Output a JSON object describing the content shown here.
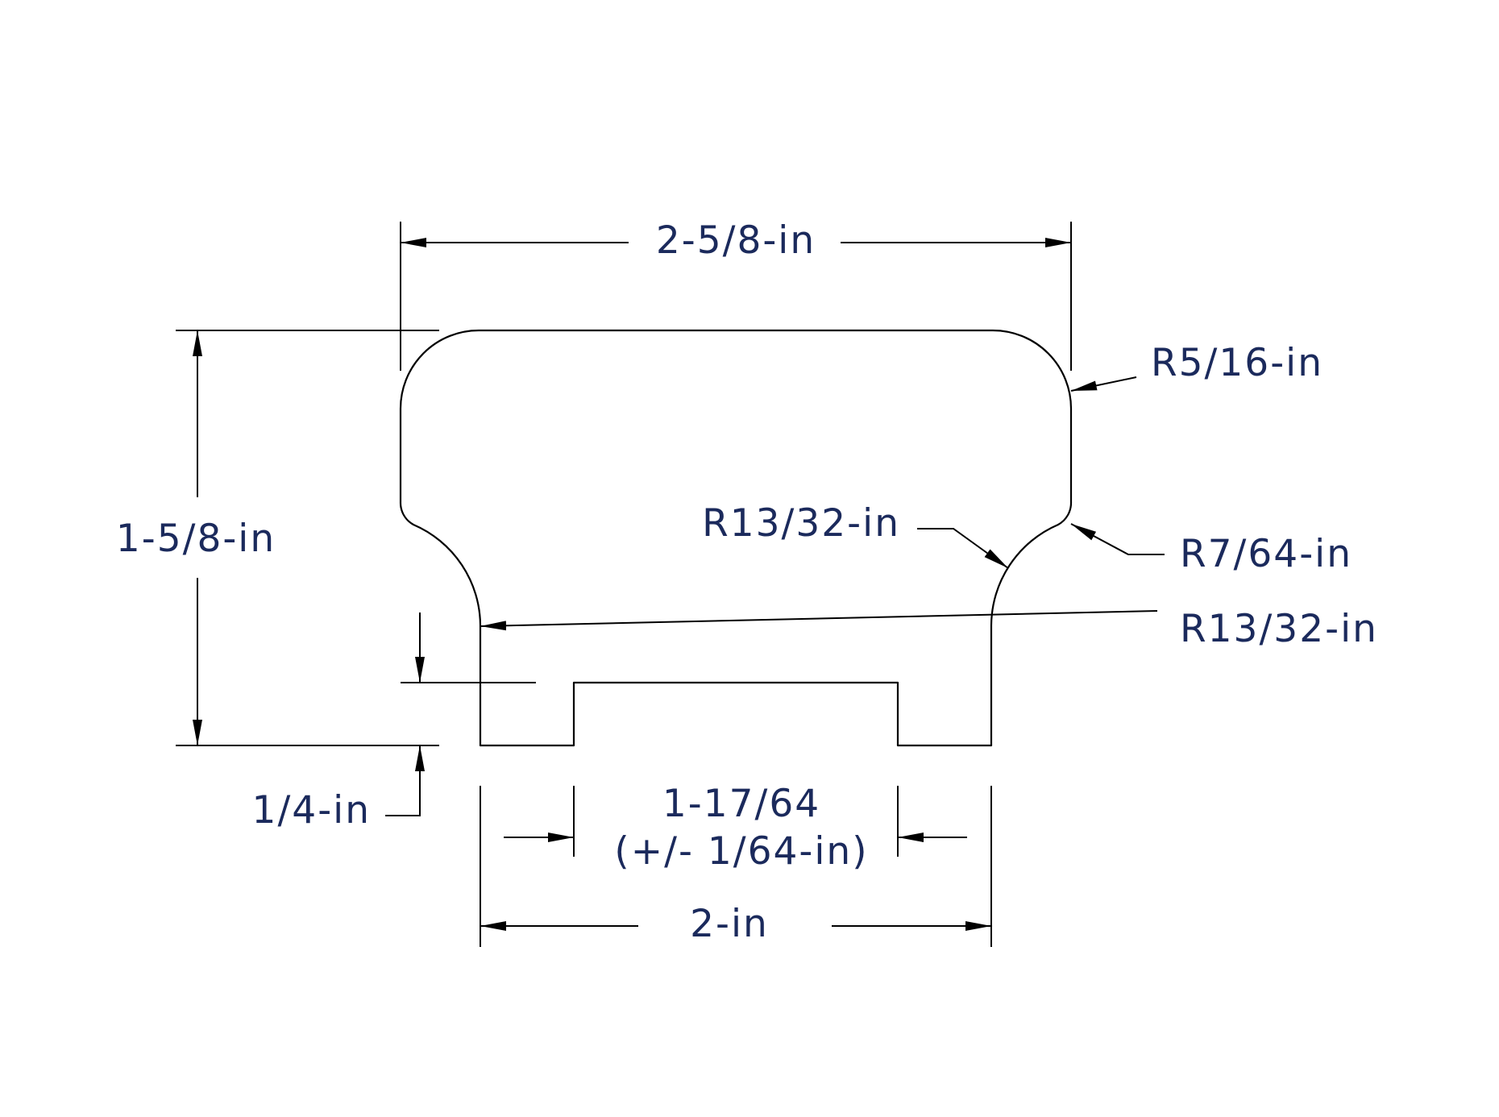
{
  "colors": {
    "label": "#1b2a5c",
    "line": "#000000",
    "background": "#ffffff"
  },
  "labels": {
    "overall_width": "2-5/8-in",
    "overall_height": "1-5/8-in",
    "top_corner_radius": "R5/16-in",
    "cove_radius_upper": "R13/32-in",
    "fillet_radius": "R7/64-in",
    "cove_radius_lower": "R13/32-in",
    "groove_depth": "1/4-in",
    "groove_width": "1-17/64",
    "groove_tolerance": "(+/- 1/64-in)",
    "base_width": "2-in"
  }
}
